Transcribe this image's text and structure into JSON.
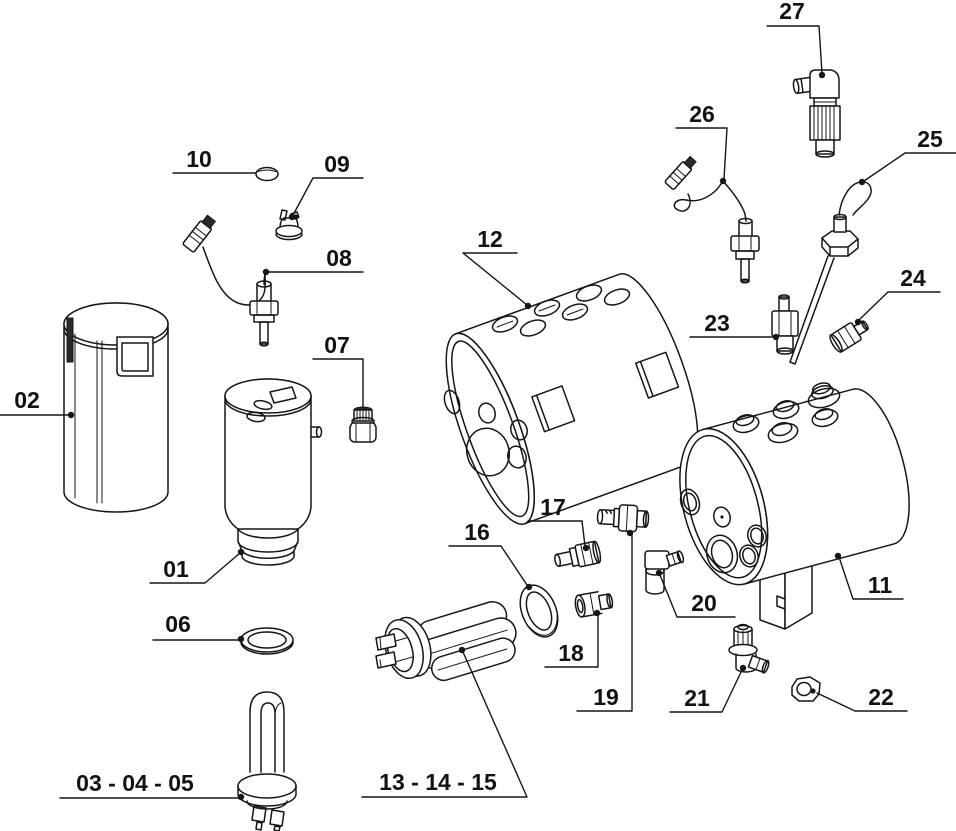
{
  "diagram": {
    "colors": {
      "background": "#ffffff",
      "line": "#161616",
      "text": "#121212"
    },
    "labels": {
      "p01": "01",
      "p02": "02",
      "p03": "03 - 04 - 05",
      "p06": "06",
      "p07": "07",
      "p08": "08",
      "p09": "09",
      "p10": "10",
      "p11": "11",
      "p12": "12",
      "p13": "13 - 14 - 15",
      "p16": "16",
      "p17": "17",
      "p18": "18",
      "p19": "19",
      "p20": "20",
      "p21": "21",
      "p22": "22",
      "p23": "23",
      "p24": "24",
      "p25": "25",
      "p26": "26",
      "p27": "27"
    }
  }
}
